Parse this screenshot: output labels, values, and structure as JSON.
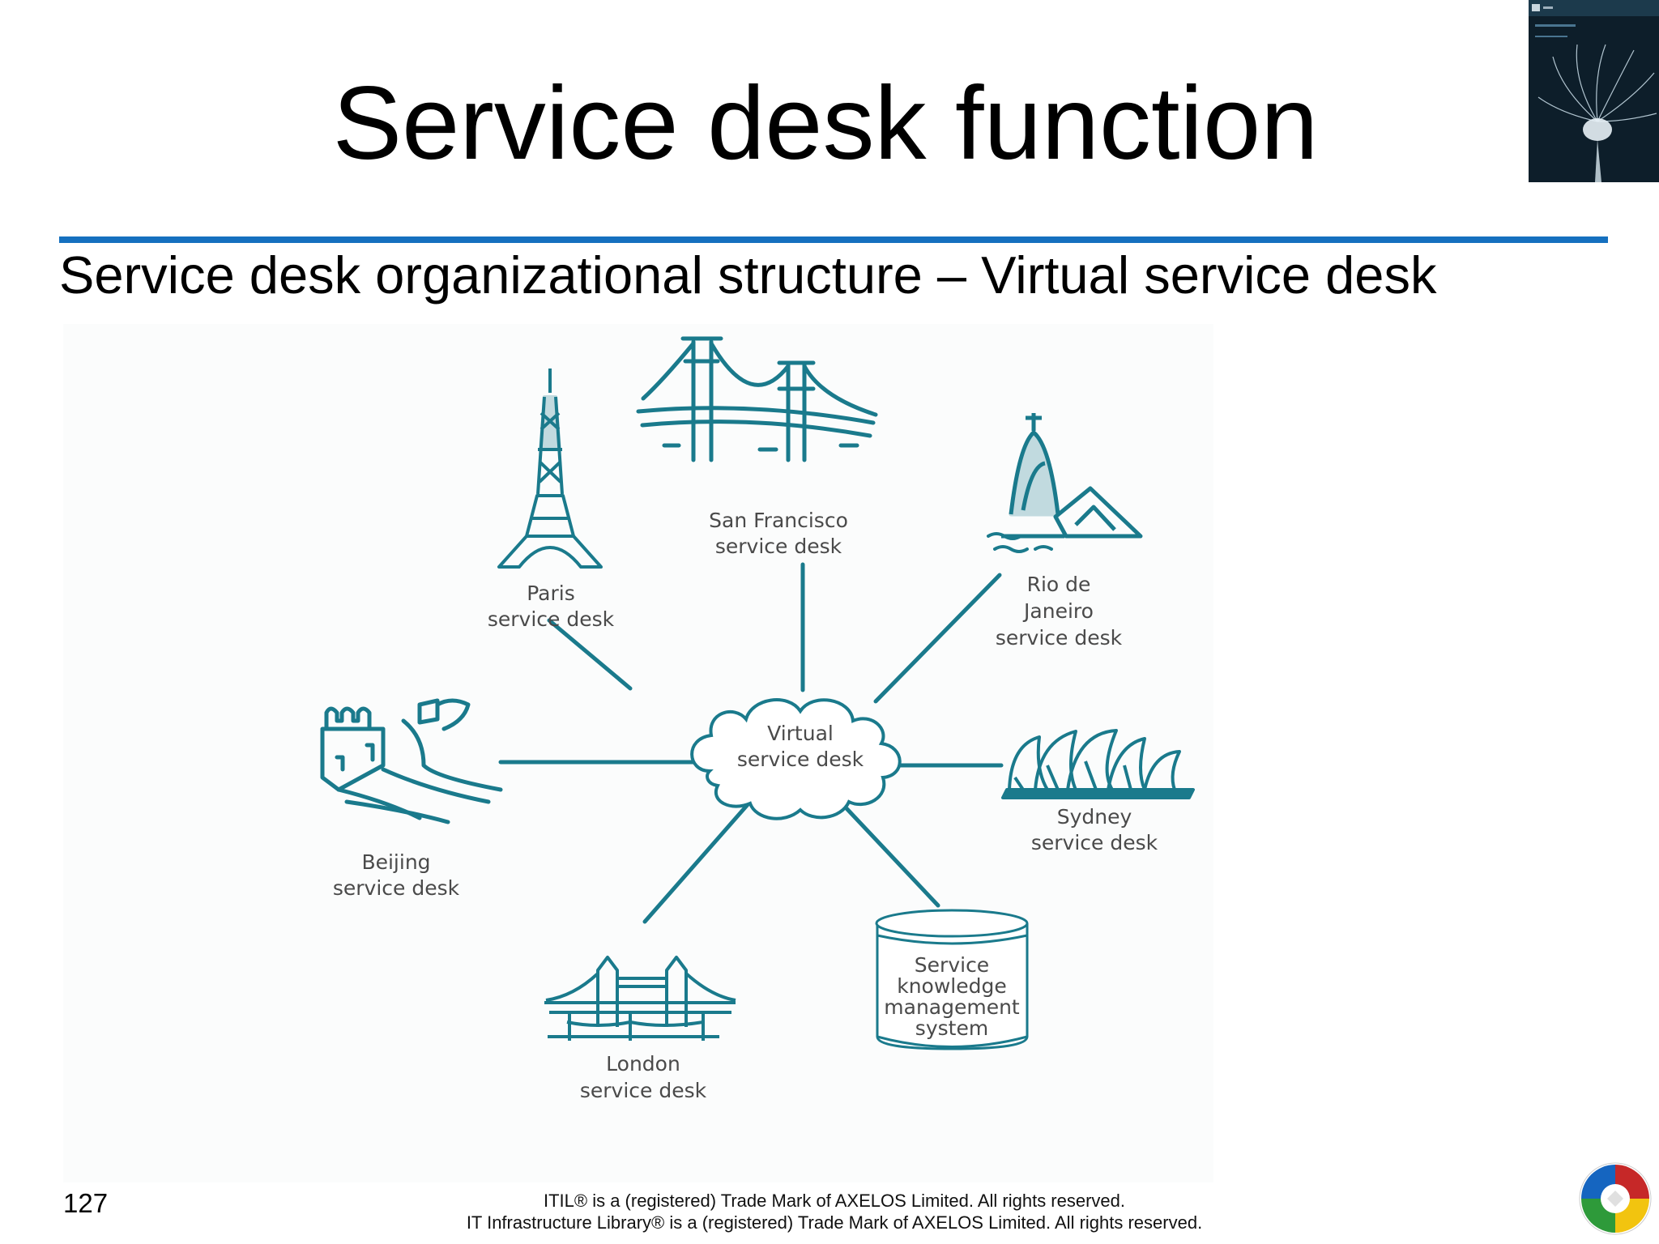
{
  "slide": {
    "title": "Service desk function",
    "subtitle": "Service desk organizational structure – Virtual service desk",
    "page_number": "127",
    "footer_lines": [
      "ITIL® is a (registered) Trade Mark of AXELOS Limited. All rights reserved.",
      "IT Infrastructure Library® is a (registered) Trade Mark of AXELOS Limited. All rights reserved."
    ]
  },
  "diagram": {
    "hub": {
      "lines": [
        "Virtual",
        "service desk"
      ],
      "icon": "cloud-icon"
    },
    "nodes": [
      {
        "id": "paris",
        "lines": [
          "Paris",
          "service desk"
        ],
        "icon": "eiffel-tower-icon"
      },
      {
        "id": "san-francisco",
        "lines": [
          "San Francisco",
          "service desk"
        ],
        "icon": "golden-gate-bridge-icon"
      },
      {
        "id": "rio",
        "lines": [
          "Rio de",
          "Janeiro",
          "service desk"
        ],
        "icon": "christ-redeemer-icon"
      },
      {
        "id": "sydney",
        "lines": [
          "Sydney",
          "service desk"
        ],
        "icon": "sydney-opera-house-icon"
      },
      {
        "id": "skms",
        "lines": [
          "Service",
          "knowledge",
          "management",
          "system"
        ],
        "icon": "database-icon"
      },
      {
        "id": "london",
        "lines": [
          "London",
          "service desk"
        ],
        "icon": "tower-bridge-icon"
      },
      {
        "id": "beijing",
        "lines": [
          "Beijing",
          "service desk"
        ],
        "icon": "great-wall-icon"
      }
    ]
  },
  "colors": {
    "accent_rule": "#1570bf",
    "diagram_teal": "#1a7a8c"
  }
}
